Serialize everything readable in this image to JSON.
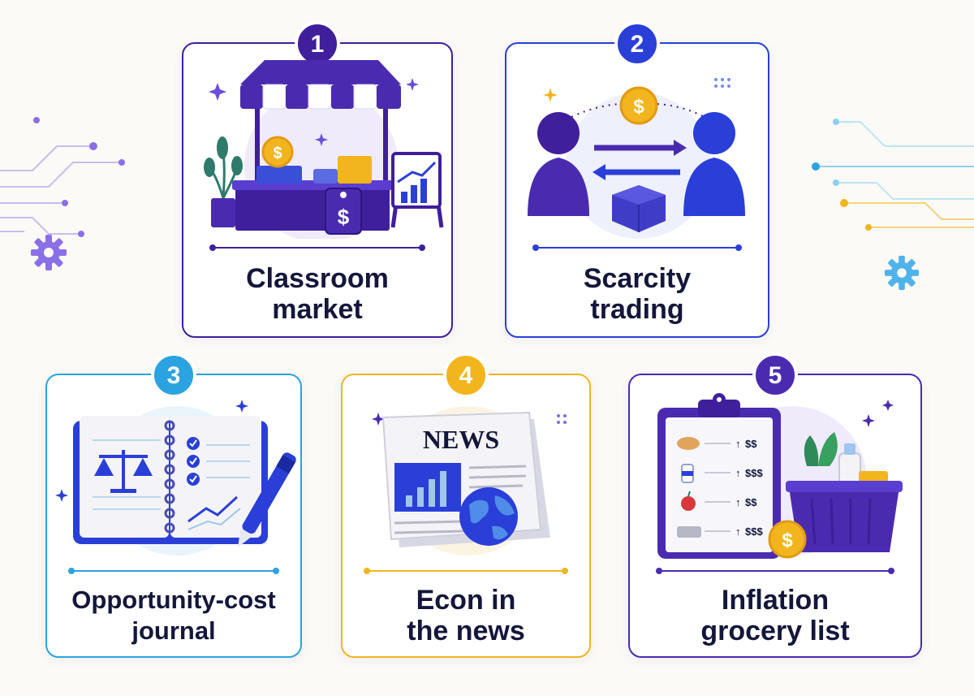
{
  "colors": {
    "purple": "#4a2bb0",
    "blue": "#2a3fd8",
    "cyan": "#2ba3e0",
    "yellow": "#f2b51e",
    "dark_purple": "#3f1f9c",
    "text": "#14163a"
  },
  "cards": [
    {
      "number": "1",
      "line1": "Classroom",
      "line2": "market",
      "icon": "market-stall-icon",
      "accent": "#3f1f9c"
    },
    {
      "number": "2",
      "line1": "Scarcity",
      "line2": "trading",
      "icon": "trading-people-icon",
      "accent": "#2a3fd8"
    },
    {
      "number": "3",
      "line1": "Opportunity-cost",
      "line2": "journal",
      "icon": "journal-icon",
      "accent": "#2ba3e0"
    },
    {
      "number": "4",
      "line1": "Econ in",
      "line2": "the news",
      "icon": "newspaper-icon",
      "accent": "#f2b51e"
    },
    {
      "number": "5",
      "line1": "Inflation",
      "line2": "grocery list",
      "icon": "grocery-list-icon",
      "accent": "#4a2bb0"
    }
  ],
  "illustrations": {
    "price_tag": "$",
    "coin": "$",
    "news_masthead": "NEWS",
    "grocery_prices": [
      "$$",
      "$$$",
      "$$",
      "$$$"
    ]
  }
}
